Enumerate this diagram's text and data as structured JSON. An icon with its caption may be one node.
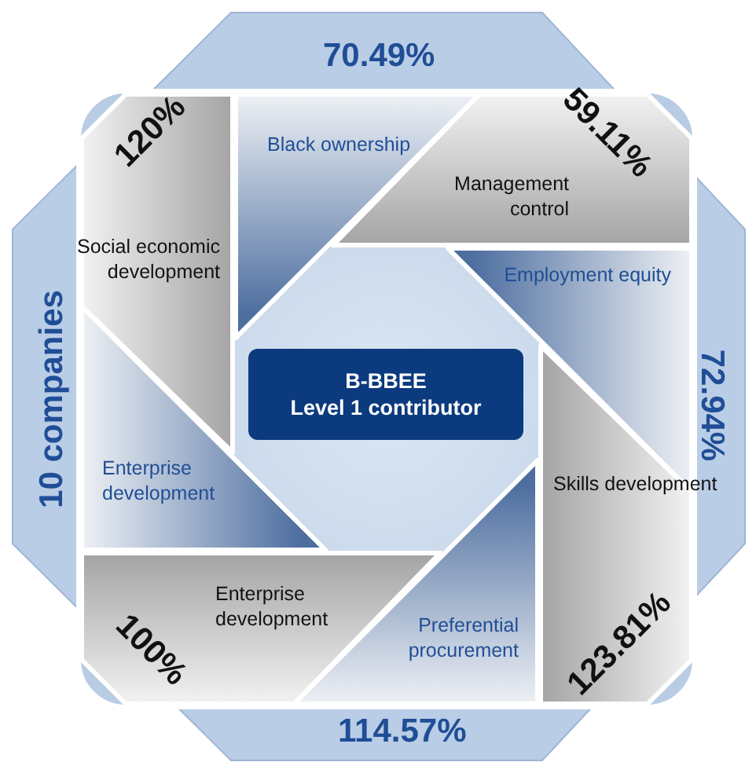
{
  "diagram": {
    "nodes": [
      {
        "text": [
          "Black ownership"
        ]
      },
      {
        "text": [
          "Management control"
        ]
      },
      {
        "text": [
          "Employment equity"
        ]
      },
      {
        "text": [
          "Skills development"
        ]
      },
      {
        "text": [
          "Preferential procurement"
        ]
      },
      {
        "text": [
          "Enterprise development"
        ]
      },
      {
        "text": [
          "Enterprise development"
        ]
      },
      {
        "text": [
          "Social economic development"
        ]
      },
      {
        "text": [
          "B-BBEE",
          "Level 1 contributor"
        ]
      }
    ],
    "edges": [],
    "labels": [
      "70.49%",
      "120%",
      "59.11%",
      "10 companies",
      "72.94%",
      "100%",
      "123.81%",
      "114.57%"
    ]
  }
}
